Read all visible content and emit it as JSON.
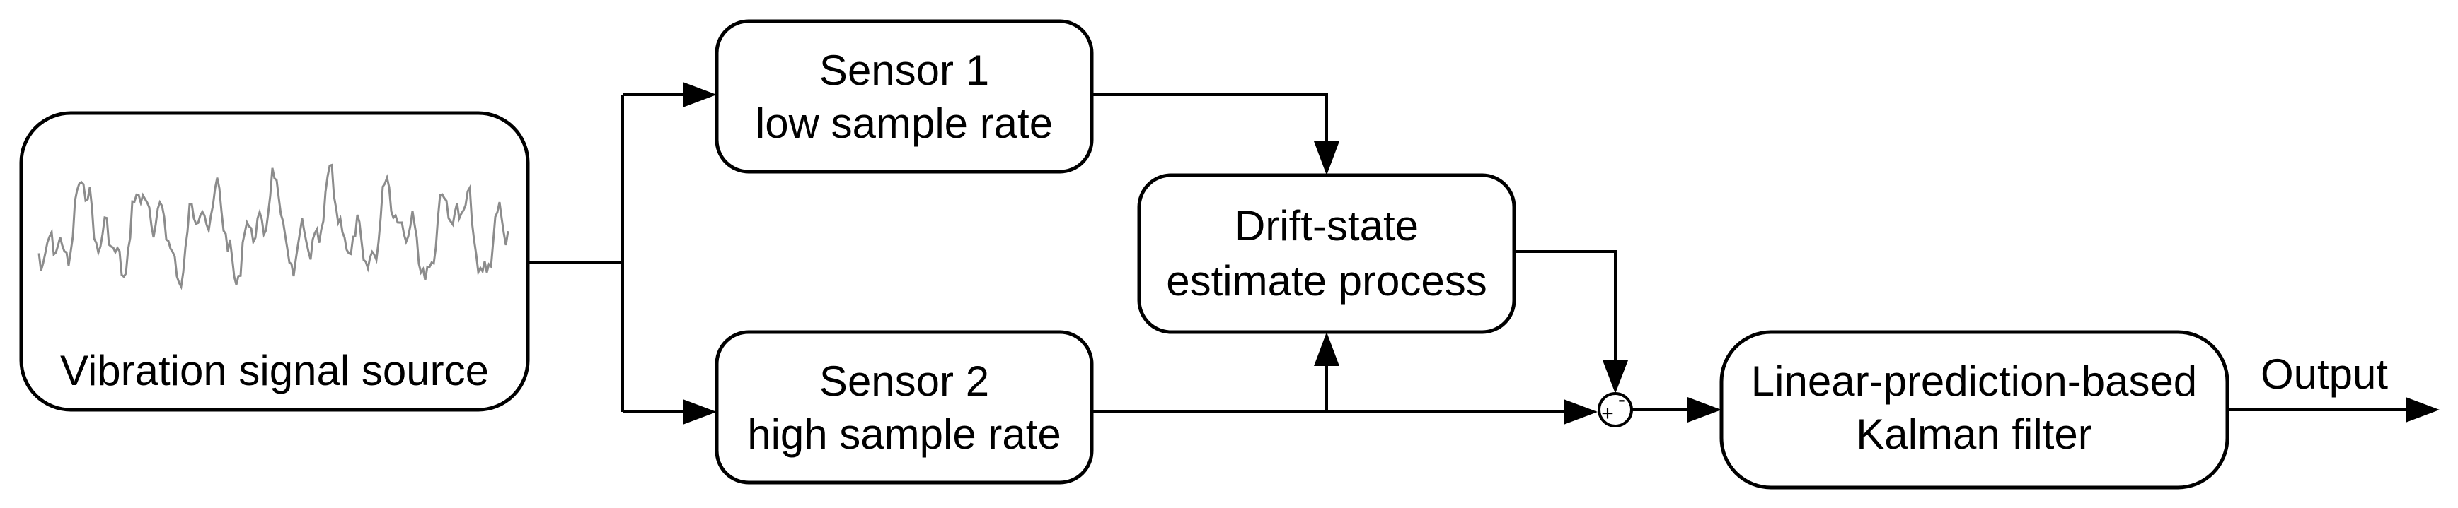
{
  "blocks": {
    "source": {
      "label": "Vibration signal source"
    },
    "sensor1": {
      "line1": "Sensor 1",
      "line2": "low sample rate"
    },
    "sensor2": {
      "line1": "Sensor 2",
      "line2": "high sample rate"
    },
    "drift": {
      "line1": "Drift-state",
      "line2": "estimate process"
    },
    "kalman": {
      "line1": "Linear-prediction-based",
      "line2": "Kalman filter"
    }
  },
  "summing_junction": {
    "plus": "+",
    "minus": "-"
  },
  "output": {
    "label": "Output"
  },
  "colors": {
    "stroke": "#000000",
    "waveform": "#8c8c8c",
    "background": "#ffffff"
  },
  "icons": {
    "waveform": "vibration-waveform-icon"
  }
}
